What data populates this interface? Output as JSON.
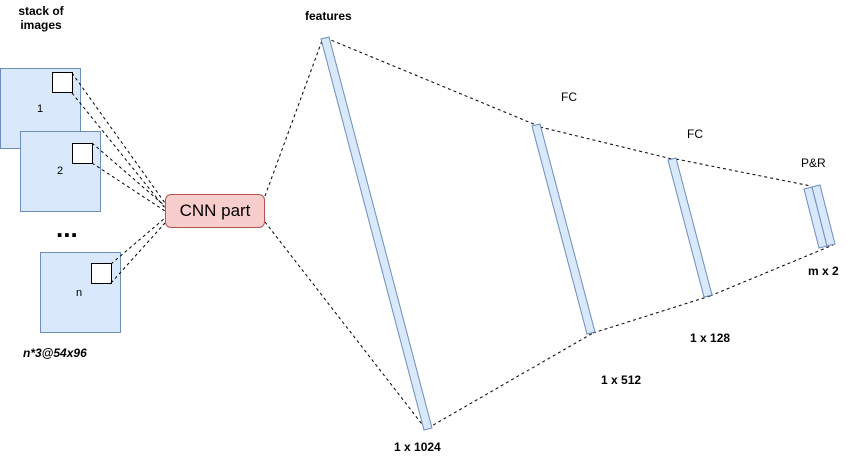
{
  "stack": {
    "title": "stack of images",
    "images": [
      "1",
      "2",
      "n"
    ],
    "ellipsis": "...",
    "shape_label": "n*3@54x96"
  },
  "cnn": {
    "label": "CNN part"
  },
  "layers": [
    {
      "top_label": "features",
      "size_label": "1 x 1024"
    },
    {
      "top_label": "FC",
      "size_label": "1 x 512"
    },
    {
      "top_label": "FC",
      "size_label": "1 x 128"
    },
    {
      "top_label": "P&R",
      "size_label": "m x 2"
    }
  ],
  "colors": {
    "image_fill": "#dae8fc",
    "image_stroke": "#6c8ebf",
    "cnn_fill": "#f8cecc",
    "cnn_stroke": "#b85450",
    "layer_fill": "#dae8fc",
    "layer_stroke": "#6c8ebf",
    "line": "#000000"
  }
}
